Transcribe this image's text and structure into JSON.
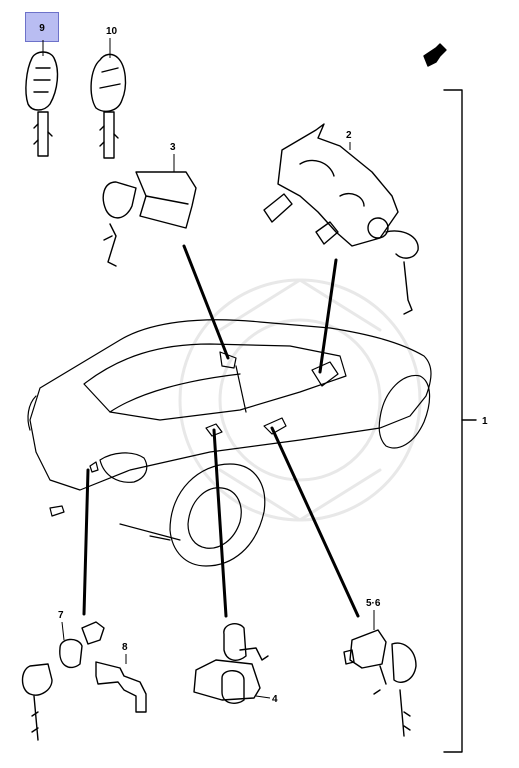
{
  "callouts": {
    "c1": "1",
    "c2": "2",
    "c3": "3",
    "c4": "4",
    "c56": "5·6",
    "c7": "7",
    "c8": "8",
    "c9": "9",
    "c10": "10"
  },
  "highlight": {
    "label": "9",
    "color": "#b9bdf2"
  },
  "icons": [
    "front-arrow-icon",
    "key-icon",
    "lock-cylinder-icon",
    "car-outline"
  ]
}
